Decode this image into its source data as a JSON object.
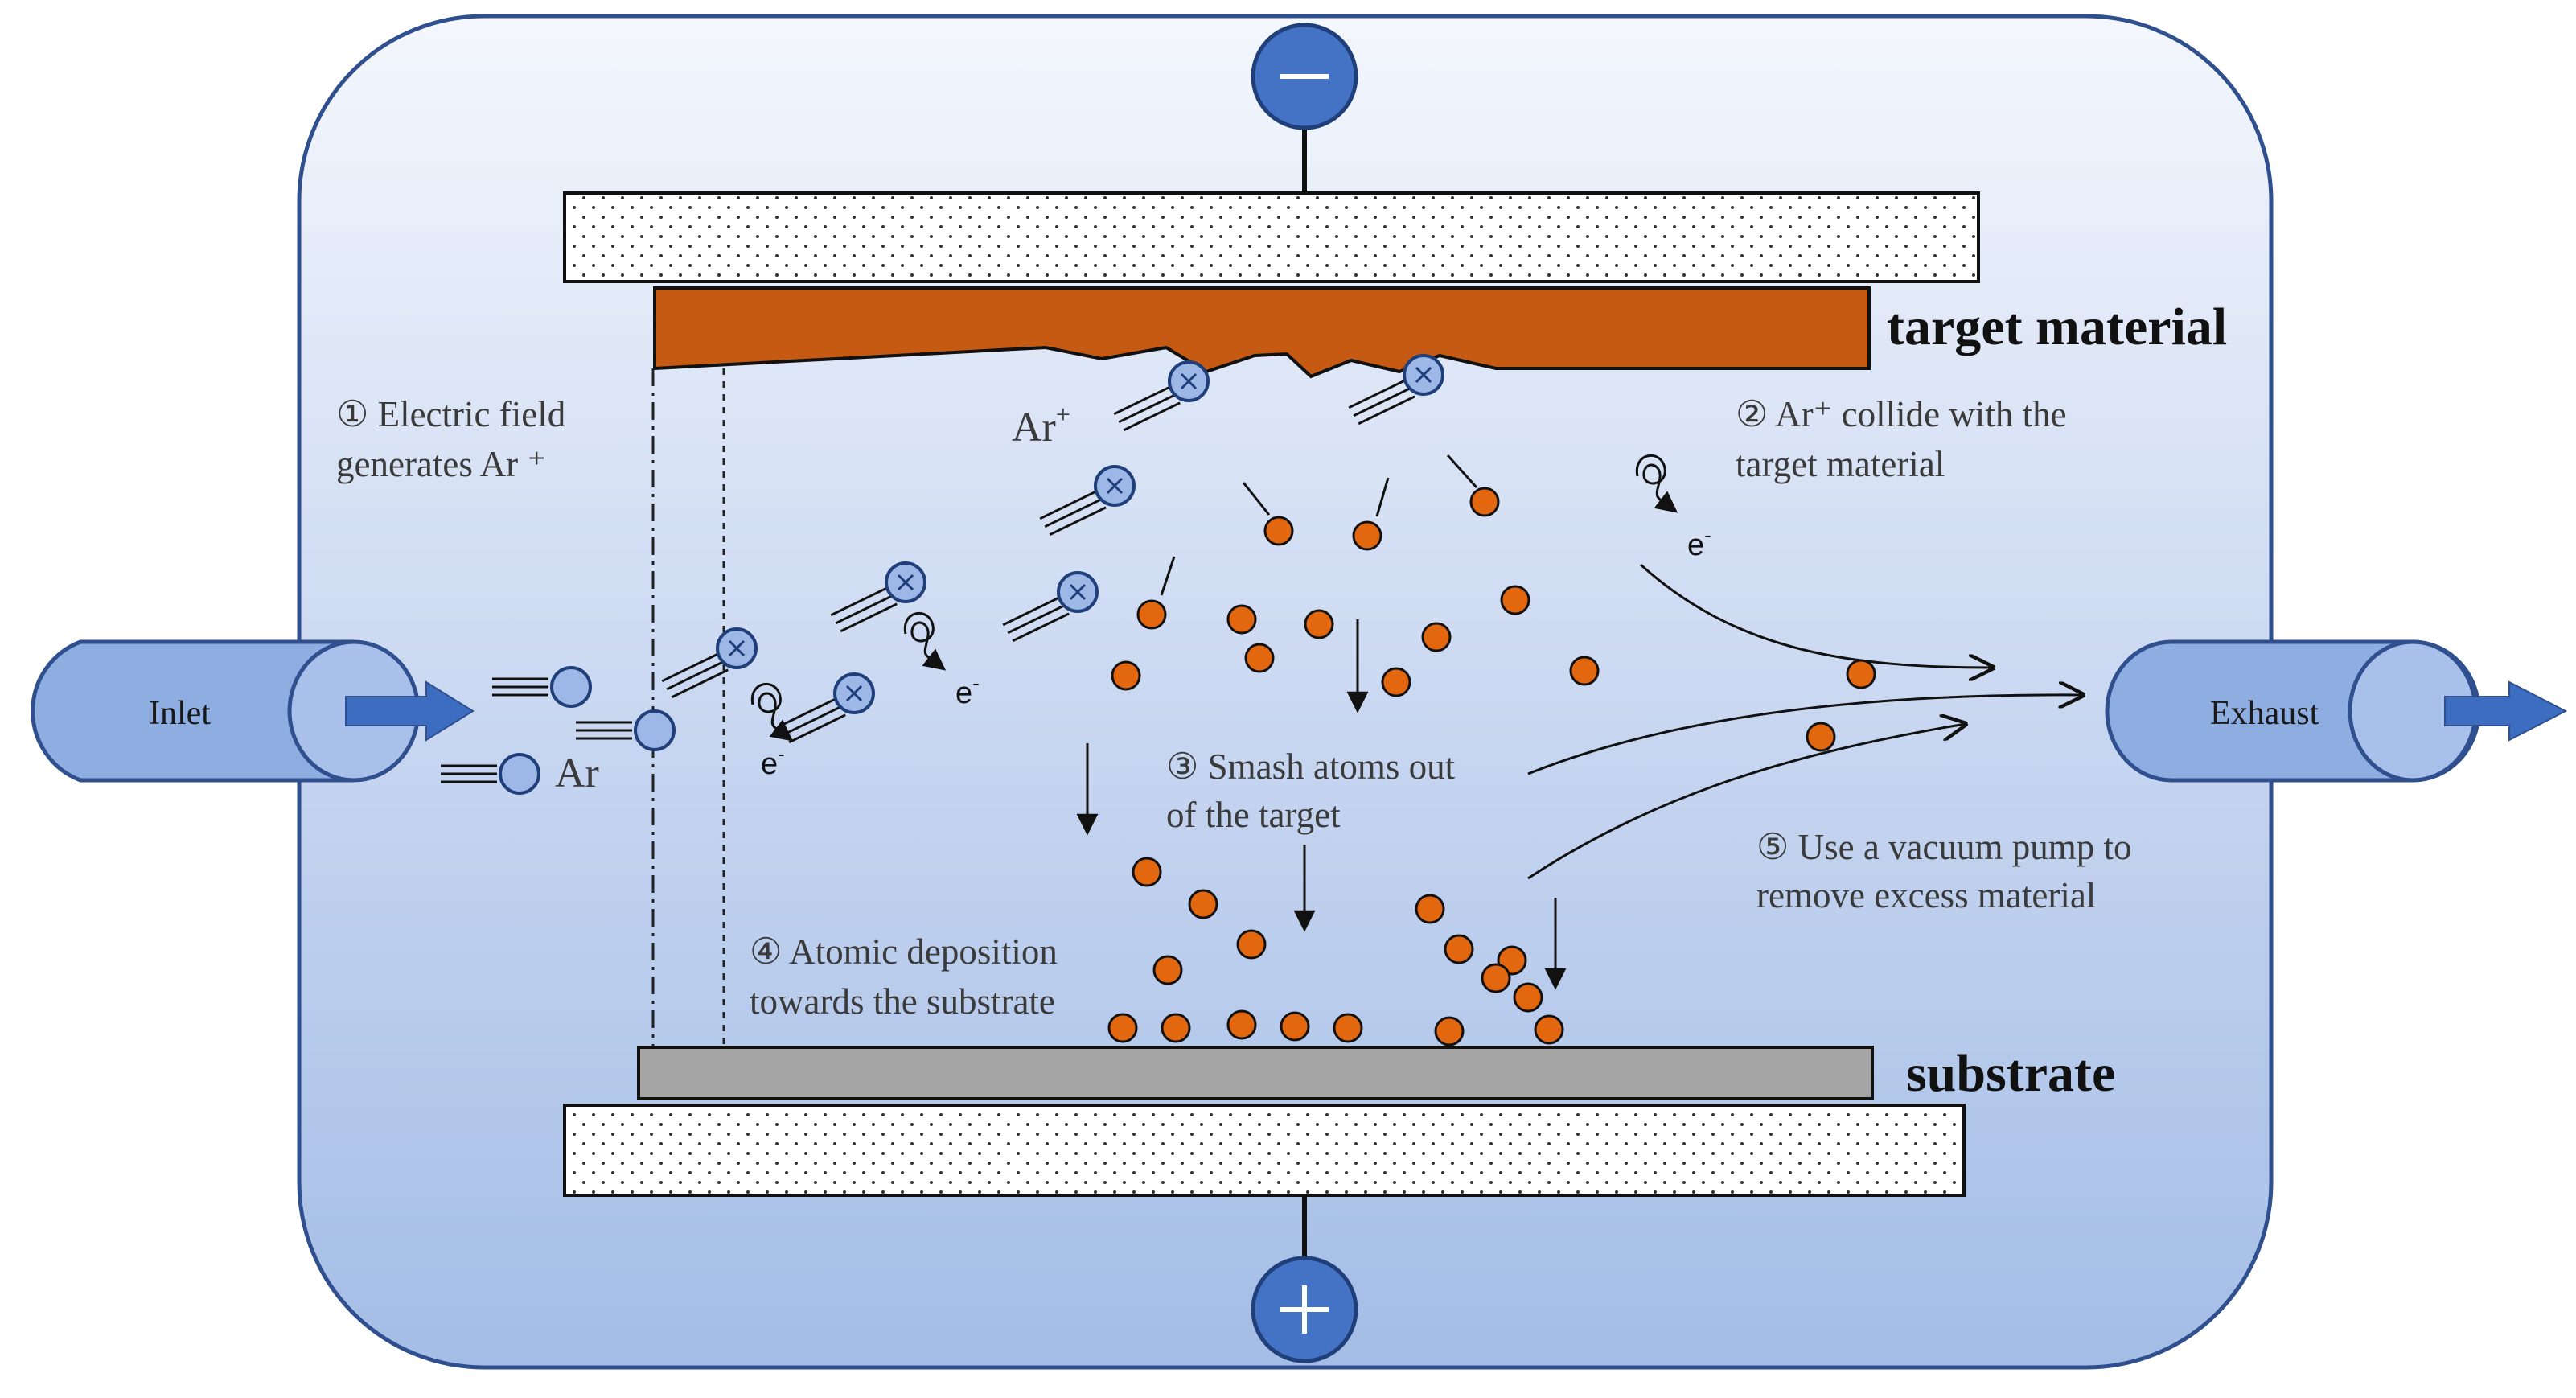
{
  "labels": {
    "target_material": "target material",
    "substrate": "substrate",
    "inlet": "Inlet",
    "exhaust": "Exhaust",
    "ar": "Ar",
    "ar_plus_base": "Ar",
    "ar_plus_sup": "+",
    "electron_base": "e",
    "electron_sup": "-",
    "minus_sign": "−",
    "plus_sign": "+"
  },
  "steps": [
    {
      "number": "①",
      "lines": [
        "Electric field",
        "generates Ar ⁺"
      ]
    },
    {
      "number": "②",
      "lines": [
        "Ar⁺ collide with the",
        "target material"
      ]
    },
    {
      "number": "③",
      "lines": [
        "Smash atoms out",
        "of the target"
      ]
    },
    {
      "number": "④",
      "lines": [
        "Atomic deposition",
        "towards the substrate"
      ]
    },
    {
      "number": "⑤",
      "lines": [
        "Use a vacuum pump to",
        "remove excess material"
      ]
    }
  ],
  "colors": {
    "chamber_top": "#f4f7fd",
    "chamber_bottom": "#a4bde6",
    "chamber_stroke": "#2f4f8f",
    "target": "#c65a12",
    "atom": "#e2670f",
    "ion_fill": "#9db7e6",
    "pipe_fill": "#8eaee2",
    "arrow_fill": "#3c6dc0",
    "electrode_fill": "#4472c4",
    "substrate_fill": "#a6a6a6"
  },
  "icons": [
    "argon-ion-icon",
    "argon-atom-icon",
    "electron-path-icon",
    "sputtered-atom-icon",
    "flow-arrow-icon"
  ]
}
